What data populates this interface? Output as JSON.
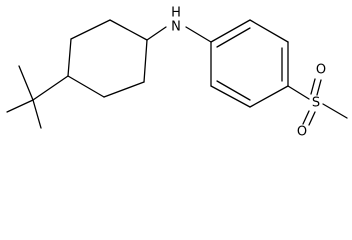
{
  "molecule": {
    "atoms": {
      "nitrogen": "N",
      "hydrogen": "H",
      "sulfur": "S",
      "oxygen_top": "O",
      "oxygen_bottom": "O"
    }
  },
  "colors": {
    "bond": "#000000",
    "label": "#000000",
    "background": "#ffffff"
  }
}
